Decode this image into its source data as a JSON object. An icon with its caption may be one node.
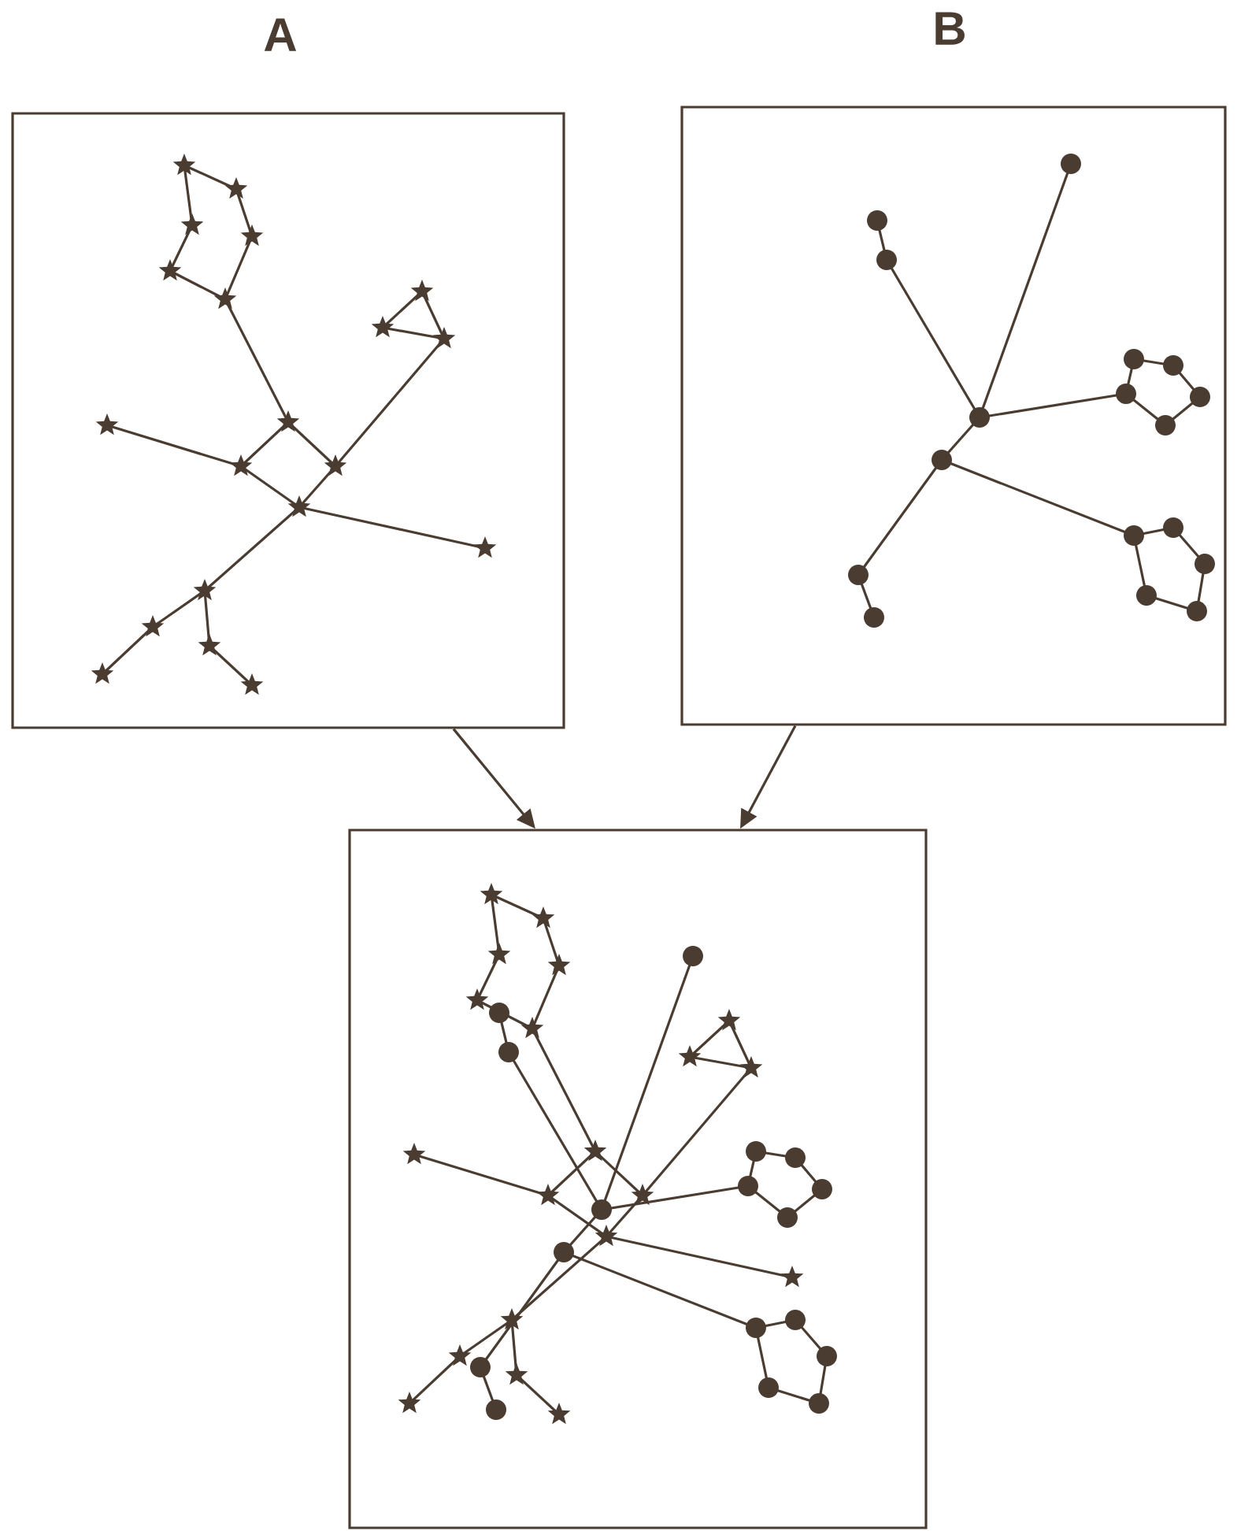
{
  "diagram": {
    "nodes": [
      {
        "text": [
          "A"
        ]
      },
      {
        "text": [
          "B"
        ]
      },
      {
        "text": [],
        "shape": "box"
      }
    ],
    "edges": [
      {
        "from": 0,
        "to": 2,
        "arrow": "to"
      },
      {
        "from": 1,
        "to": 2,
        "arrow": "to"
      }
    ]
  }
}
